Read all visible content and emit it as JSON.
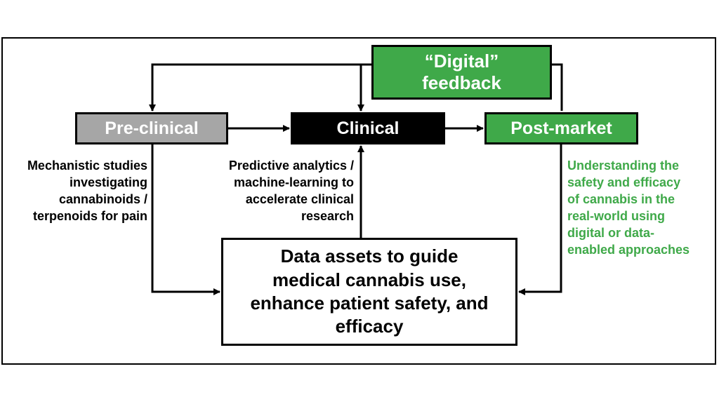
{
  "digital_feedback": {
    "label": "“Digital”\nfeedback"
  },
  "stages": {
    "preclinical": "Pre-clinical",
    "clinical": "Clinical",
    "postmarket": "Post-market"
  },
  "descriptions": {
    "preclinical": "Mechanistic studies\ninvestigating\ncannabinoids /\nterpenoids for pain",
    "clinical": "Predictive analytics /\nmachine-learning to\naccelerate clinical\nresearch",
    "postmarket": "Understanding the\nsafety and efficacy\nof cannabis in the\nreal-world using\ndigital or data-\nenabled approaches"
  },
  "data_assets": {
    "label": "Data assets to guide\nmedical cannabis use,\nenhance patient safety, and\nefficacy"
  },
  "colors": {
    "green": "#3fa949",
    "gray": "#a6a6a6",
    "black": "#000000"
  }
}
